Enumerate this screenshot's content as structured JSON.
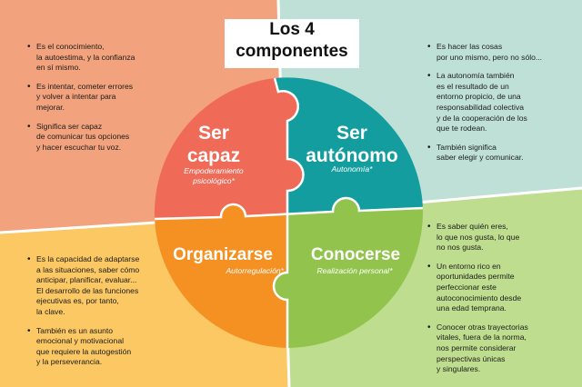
{
  "title": {
    "line1": "Los 4",
    "line2": "componentes"
  },
  "colors": {
    "top_left_bg": "#f2a27c",
    "top_right_bg": "#bfe0d6",
    "bottom_left_bg": "#fbc864",
    "bottom_right_bg": "#bedd8f",
    "piece_red": "#ef6b58",
    "piece_teal": "#149d9f",
    "piece_orange": "#f59122",
    "piece_green": "#92c44d"
  },
  "pieces": {
    "ser_capaz": {
      "title": "Ser\ncapaz",
      "subtitle": "Empoderamiento\npsicológico*"
    },
    "ser_autonomo": {
      "title": "Ser\nautónomo",
      "subtitle": "Autonomía*"
    },
    "organizarse": {
      "title": "Organizarse",
      "subtitle": "Autorregulación*"
    },
    "conocerse": {
      "title": "Conocerse",
      "subtitle": "Realización personal*"
    }
  },
  "top_left_bullets": [
    "Es el conocimiento,\nla autoestima, y la confianza\nen sí mismo.",
    "Es intentar, cometer errores\ny volver a intentar para\nmejorar.",
    "Significa ser capaz\nde comunicar tus opciones\ny hacer escuchar tu voz."
  ],
  "top_right_bullets": [
    "Es hacer las cosas\npor uno mismo, pero no sólo...",
    "La autonomía también\nes el resultado de un\nentorno propicio, de una\nresponsabilidad colectiva\ny de  la cooperación de los\nque te rodean.",
    "También significa\nsaber elegir y comunicar."
  ],
  "bottom_left_bullets": [
    "Es la capacidad de adaptarse\na las situaciones, saber cómo\nanticipar, planificar, evaluar...\nEl desarrollo de las funciones\nejecutivas es, por tanto,\nla clave.",
    "También es un asunto\nemocional y motivacional\nque requiere la autogestión\ny la perseverancia."
  ],
  "bottom_right_bullets": [
    "Es saber quién eres,\nlo que nos gusta, lo que\nno nos gusta.",
    "Un entorno rico en\noportunidades permite\nperfeccionar este\nautoconocimiento desde\nuna edad temprana.",
    "Conocer otras trayectorias\nvitales, fuera de la norma,\nnos permite considerar\nperspectivas únicas\ny singulares."
  ]
}
